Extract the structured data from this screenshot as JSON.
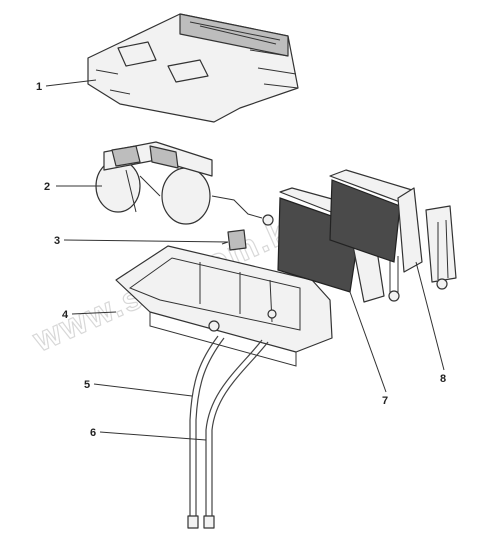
{
  "callouts": [
    {
      "id": "1",
      "text": "1"
    },
    {
      "id": "2",
      "text": "2"
    },
    {
      "id": "3",
      "text": "3"
    },
    {
      "id": "4",
      "text": "4"
    },
    {
      "id": "5",
      "text": "5"
    },
    {
      "id": "6",
      "text": "6"
    },
    {
      "id": "7",
      "text": "7"
    },
    {
      "id": "8",
      "text": "8"
    }
  ],
  "watermark": {
    "text": "www.sinhrom.kz"
  },
  "colors": {
    "ink": "#333333",
    "mesh": "#4a4a4a",
    "paper": "#ffffff",
    "watermark": "#d8d8d8"
  }
}
